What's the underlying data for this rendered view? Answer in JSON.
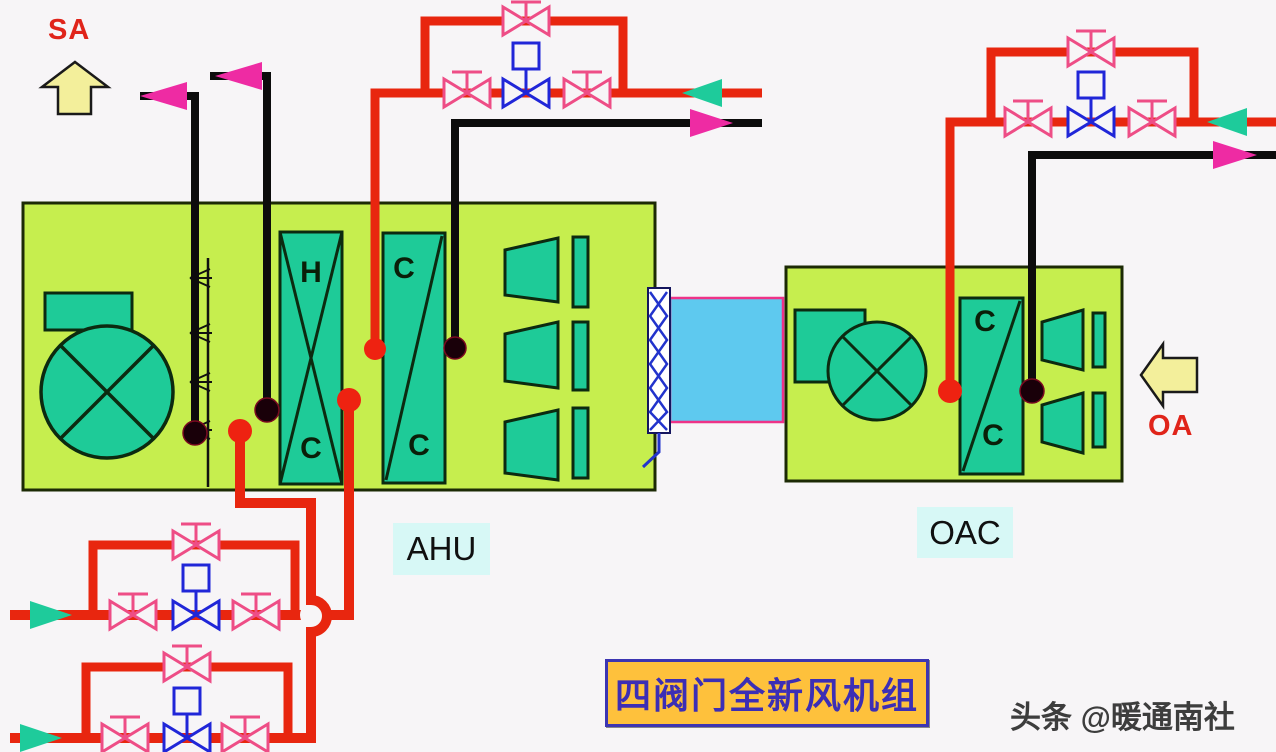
{
  "labels": {
    "sa": "SA",
    "oa": "OA",
    "ahu": "AHU",
    "oac": "OAC",
    "title": "四阀门全新风机组",
    "watermark": "头条 @暖通南社"
  },
  "coil_labels": {
    "ahu_coil1_top": "H",
    "ahu_coil1_bottom": "C",
    "ahu_coil2_top": "C",
    "ahu_coil2_bottom": "C",
    "oac_coil_top": "C",
    "oac_coil_bottom": "C"
  },
  "icons": {
    "sa-arrow-icon": "yellow up arrow (supply air out)",
    "oa-arrow-icon": "yellow left arrow (outdoor air in)",
    "teal-flow-arrow-icon": "water flow in (teal triangle)",
    "magenta-flow-arrow-icon": "water flow out (magenta triangle)",
    "pink-valve-icon": "manual shutoff valve (bowtie with T stem)",
    "blue-valve-icon": "motorized control valve (bowtie with actuator box)",
    "fan-icon": "circle with X and scroll housing",
    "spray-icon": "humidifier spray tridents",
    "damper-icon": "blue zigzag filter/damper",
    "pipe-bridge-icon": "semicircular pipe crossover"
  },
  "colors": {
    "background": "#f7f5f7",
    "cabinet_fill": "#c6ee4e",
    "cabinet_border": "#1c2a05",
    "equipment_teal": "#1ecb98",
    "pipe_red": "#e8260f",
    "pipe_black": "#0c0c0c",
    "valve_pink": "#ee4d86",
    "valve_blue": "#2026d8",
    "arrow_teal": "#1ecb9b",
    "arrow_magenta": "#ee2ba3",
    "duct_blue": "#5ec9ef",
    "duct_border_pink": "#ee3388",
    "flow_arrow_yellow": "#f3ef9b",
    "label_red": "#e0241a",
    "label_bg_cyan": "#d7f8f6",
    "title_bg": "#fec13c",
    "title_text": "#3c2eb5",
    "watermark_gray": "#3d3d3d"
  }
}
